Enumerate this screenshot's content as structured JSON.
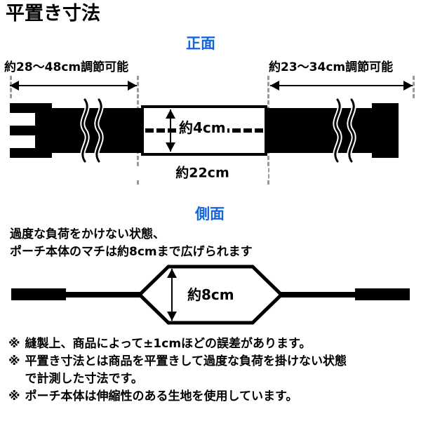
{
  "title": "平置き寸法",
  "colors": {
    "accent_blue": "#1464dc",
    "line_black": "#000000",
    "guide_gray": "#9a9a9a"
  },
  "front_view": {
    "heading": "正面",
    "left_adjust_caption": "約28〜48cm調節可能",
    "right_adjust_caption": "約23〜34cm調節可能",
    "pouch_width_label": "約22cm",
    "pouch_height_label": "約4cm"
  },
  "side_view": {
    "heading": "側面",
    "note_line1": "過度な負荷をかけない状態、",
    "note_line2": "ポーチ本体のマチは約8cmまで広げられます",
    "gusset_label": "約8cm"
  },
  "footnotes": {
    "mark": "※",
    "items": [
      "縫製上、商品によって±1cmほどの誤差があります。",
      "平置き寸法とは商品を平置きして過度な負荷を掛けない状態\nで計測した寸法です。",
      "ポーチ本体は伸縮性のある生地を使用しています。"
    ]
  }
}
